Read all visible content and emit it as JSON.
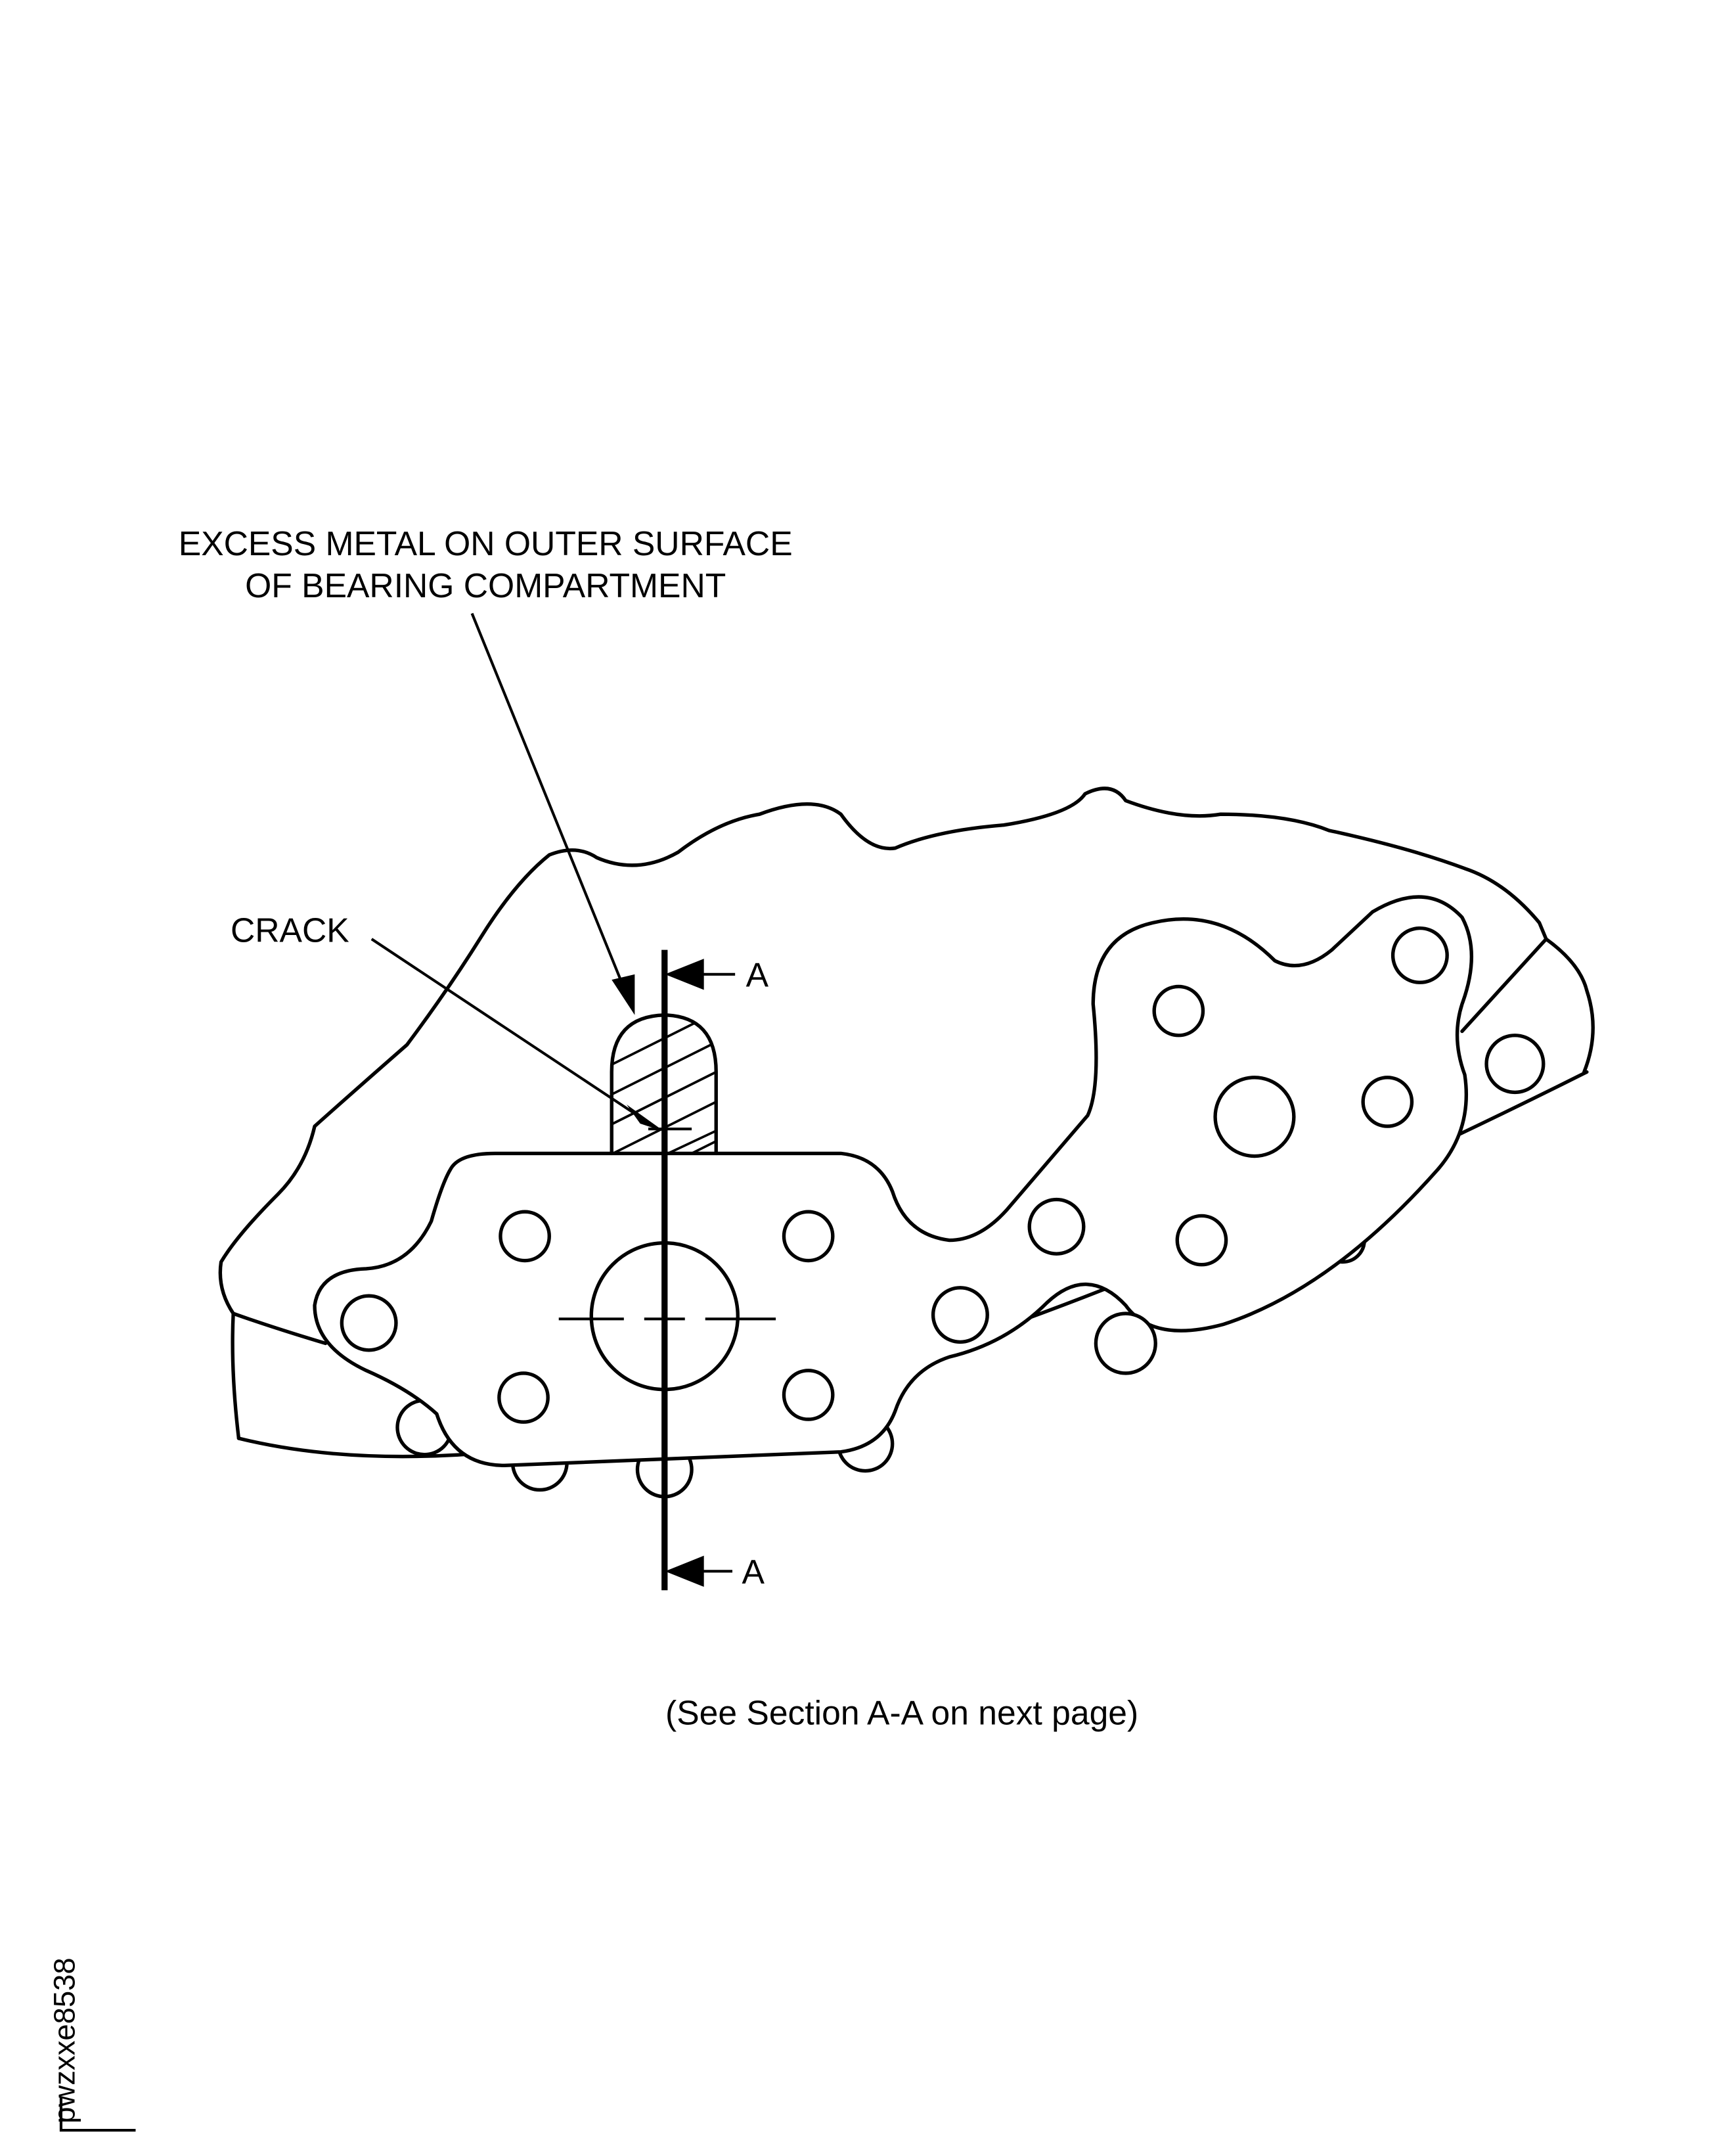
{
  "labels": {
    "excess_metal_line1": "EXCESS METAL ON OUTER SURFACE",
    "excess_metal_line2": "OF BEARING COMPARTMENT",
    "crack": "CRACK",
    "section_top": "A",
    "section_bottom": "A",
    "caption": "(See Section A-A on next page)",
    "figure_id": "pwzxxe8538"
  }
}
